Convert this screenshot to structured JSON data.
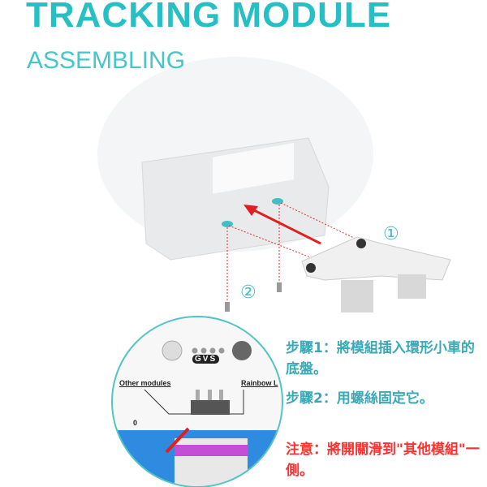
{
  "header": {
    "title": "TRACKING MODULE",
    "subtitle": "ASSEMBLING"
  },
  "callouts": {
    "one": "①",
    "two": "②"
  },
  "inset": {
    "pin_labels": "GVS",
    "left_label": "Other modules",
    "right_label": "Rainbow L",
    "zero": "0"
  },
  "steps": {
    "step1": "步驟1：將模組插入環形小車的底盤。",
    "step2": "步驟2：用螺絲固定它。",
    "note": "注意：將開關滑到\"其他模組\"一側。"
  },
  "colors": {
    "accent": "#26c0c4",
    "step": "#3aa9b5",
    "warning": "#ff3030"
  }
}
